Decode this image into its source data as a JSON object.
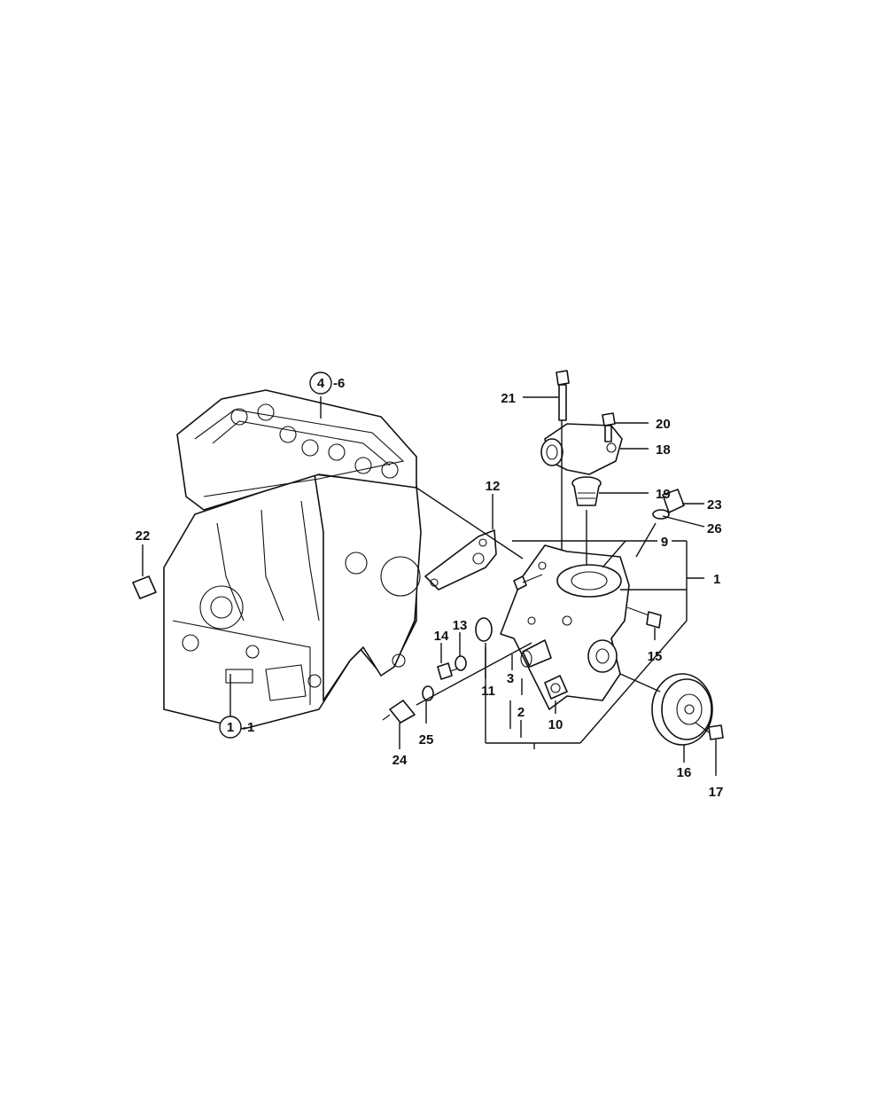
{
  "diagram": {
    "labels": {
      "l1": "1",
      "l2": "2",
      "l3": "3",
      "l9": "9",
      "l10": "10",
      "l11": "11",
      "l12": "12",
      "l13": "13",
      "l14": "14",
      "l15": "15",
      "l16": "16",
      "l17": "17",
      "l18": "18",
      "l19": "19",
      "l20": "20",
      "l21": "21",
      "l22": "22",
      "l23": "23",
      "l24": "24",
      "l25": "25",
      "l26": "26"
    },
    "refs": {
      "head_num": "4",
      "head_suffix": "-6",
      "block_num": "1",
      "block_suffix": "-1"
    }
  }
}
